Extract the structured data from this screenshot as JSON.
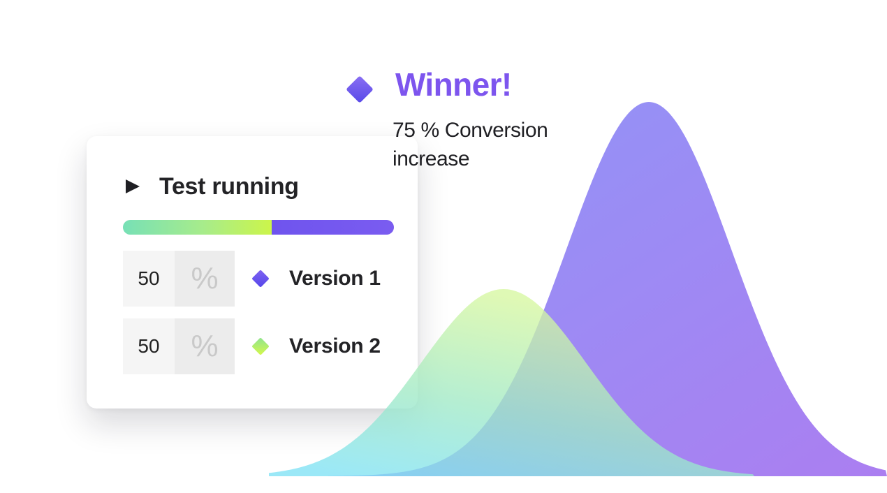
{
  "card": {
    "status_icon": "play-icon",
    "status_text": "Test running",
    "progress": {
      "split_percent": 55,
      "color_a": "#ccf54a",
      "color_b": "#6f54ee"
    },
    "rows": [
      {
        "value": "50",
        "unit": "%",
        "label": "Version 1",
        "icon": "diamond-icon"
      },
      {
        "value": "50",
        "unit": "%",
        "label": "Version 2",
        "icon": "diamond-icon"
      }
    ]
  },
  "winner": {
    "icon": "diamond-icon",
    "title": "Winner!",
    "subtitle_line1": "75 % Conversion",
    "subtitle_line2": "increase"
  },
  "chart_data": {
    "type": "area",
    "series": [
      {
        "name": "Version 1",
        "peak": 1.0,
        "color": "#8f86f5"
      },
      {
        "name": "Version 2",
        "peak": 0.5,
        "color": "#c6f5a0"
      }
    ]
  }
}
